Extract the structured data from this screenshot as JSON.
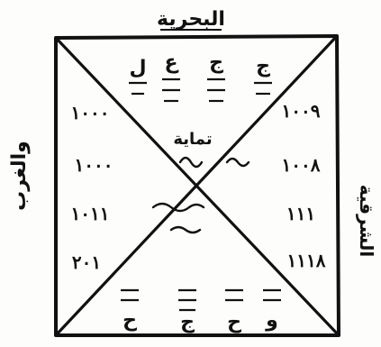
{
  "manuscript": {
    "top_label": "البحرية",
    "left_label": "والغرب",
    "right_label": "الشرقية",
    "center_label": "تماية",
    "top_triangle_glyphs": [
      "ل",
      "ع",
      "ج",
      "ج"
    ],
    "bottom_triangle_glyphs": [
      "ح",
      "ج",
      "ح",
      "و"
    ],
    "left_triangle_numbers": [
      "١٠٠٠",
      "١٠٠٠",
      "١٠١١",
      "٢٠١"
    ],
    "right_triangle_numbers": [
      "١٠٠٩",
      "١٠٠٨",
      "١١١",
      "١١١٨"
    ]
  }
}
